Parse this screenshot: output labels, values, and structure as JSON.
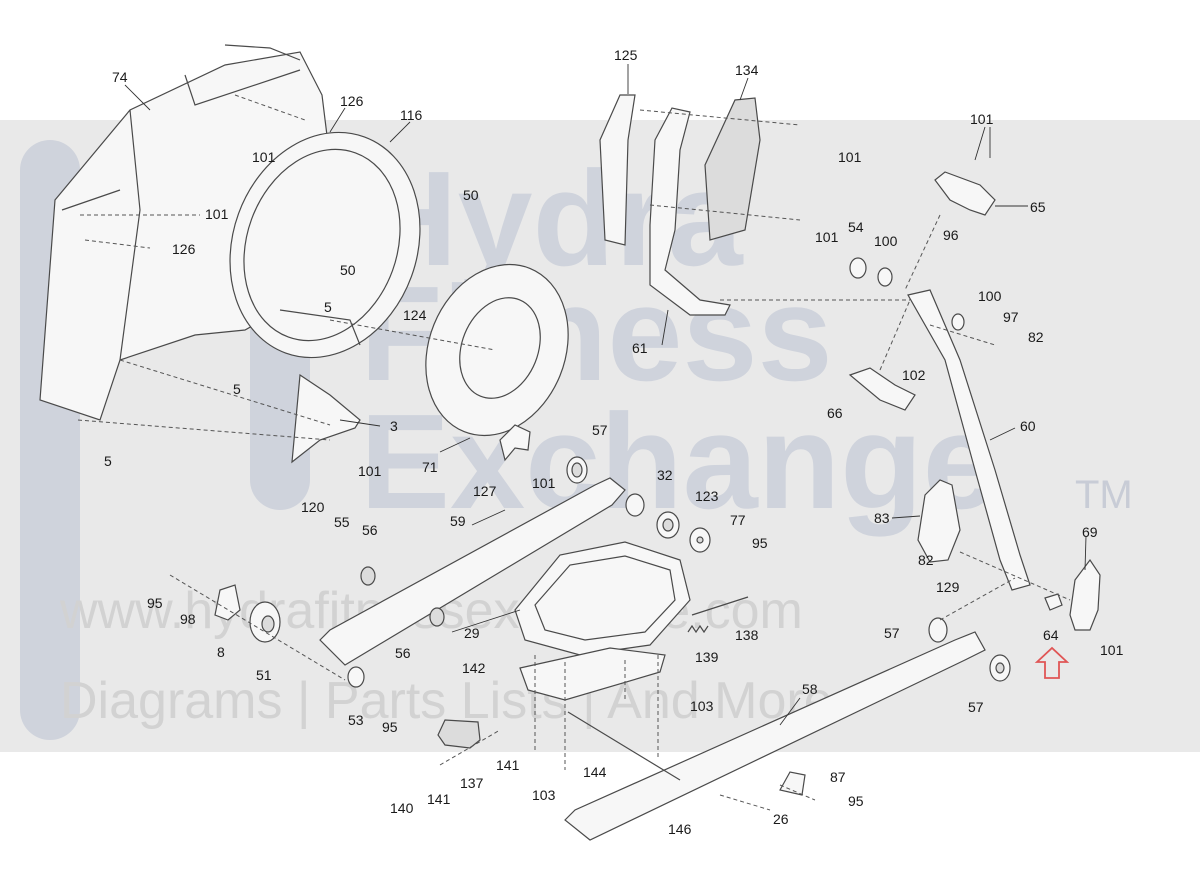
{
  "watermark": {
    "line1": "Hydra",
    "line2": "Fitness",
    "line3": "Exchange",
    "trademark": "TM",
    "url": "www.hydrafitnessexchange.com",
    "tagline": "Diagrams | Parts Lists | And More"
  },
  "callouts": {
    "c74": "74",
    "c126a": "126",
    "c116": "116",
    "c125": "125",
    "c134": "134",
    "c101a": "101",
    "c101b": "101",
    "c101c": "101",
    "c101d": "101",
    "c101e": "101",
    "c101f": "101",
    "c101g": "101",
    "c101h": "101",
    "c126b": "126",
    "c50a": "50",
    "c50b": "50",
    "c5a": "5",
    "c5b": "5",
    "c5c": "5",
    "c124": "124",
    "c61": "61",
    "c65": "65",
    "c54": "54",
    "c100a": "100",
    "c96": "96",
    "c100b": "100",
    "c97": "97",
    "c82a": "82",
    "c102": "102",
    "c66": "66",
    "c60": "60",
    "c3": "3",
    "c71": "71",
    "c127": "127",
    "c57a": "57",
    "c32": "32",
    "c123": "123",
    "c77": "77",
    "c95a": "95",
    "c120": "120",
    "c55": "55",
    "c56a": "56",
    "c59": "59",
    "c83": "83",
    "c82b": "82",
    "c129": "129",
    "c69": "69",
    "c95b": "95",
    "c98": "98",
    "c8": "8",
    "c51": "51",
    "c29": "29",
    "c56b": "56",
    "c138": "138",
    "c57b": "57",
    "c64": "64",
    "c139": "139",
    "c142": "142",
    "c53": "53",
    "c95c": "95",
    "c103a": "103",
    "c58": "58",
    "c57c": "57",
    "c137": "137",
    "c141a": "141",
    "c144": "144",
    "c87": "87",
    "c140": "140",
    "c141b": "141",
    "c103b": "103",
    "c95d": "95",
    "c146": "146",
    "c26": "26"
  }
}
